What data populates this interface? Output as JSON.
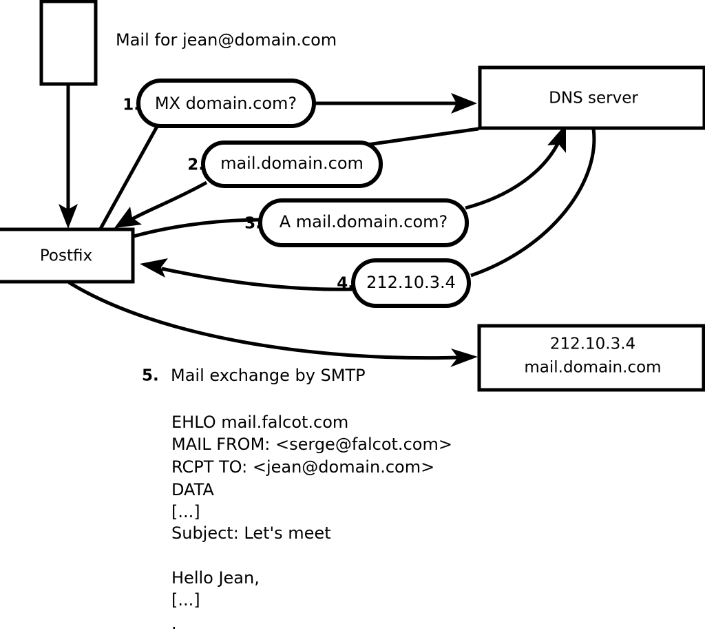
{
  "diagram": {
    "title_caption": "Mail for jean@domain.com",
    "nodes": [
      {
        "id": "client",
        "label": ""
      },
      {
        "id": "postfix",
        "label": "Postfix"
      },
      {
        "id": "dns",
        "label": "DNS server"
      },
      {
        "id": "mailserver",
        "line1": "212.10.3.4",
        "line2": "mail.domain.com"
      }
    ],
    "steps": [
      {
        "num": "1.",
        "label": "MX domain.com?"
      },
      {
        "num": "2.",
        "label": "mail.domain.com"
      },
      {
        "num": "3.",
        "label": "A mail.domain.com?"
      },
      {
        "num": "4.",
        "label": "212.10.3.4"
      }
    ],
    "step5": {
      "num": "5.",
      "label": "Mail exchange by SMTP"
    },
    "transcript": [
      "EHLO mail.falcot.com",
      "MAIL FROM: <serge@falcot.com>",
      "RCPT TO: <jean@domain.com>",
      "DATA",
      "[...]",
      "Subject: Let's meet",
      "",
      "Hello Jean,",
      "[...]",
      "."
    ],
    "colors": {
      "stroke": "#000000",
      "fill": "#ffffff",
      "text": "#000000"
    }
  }
}
